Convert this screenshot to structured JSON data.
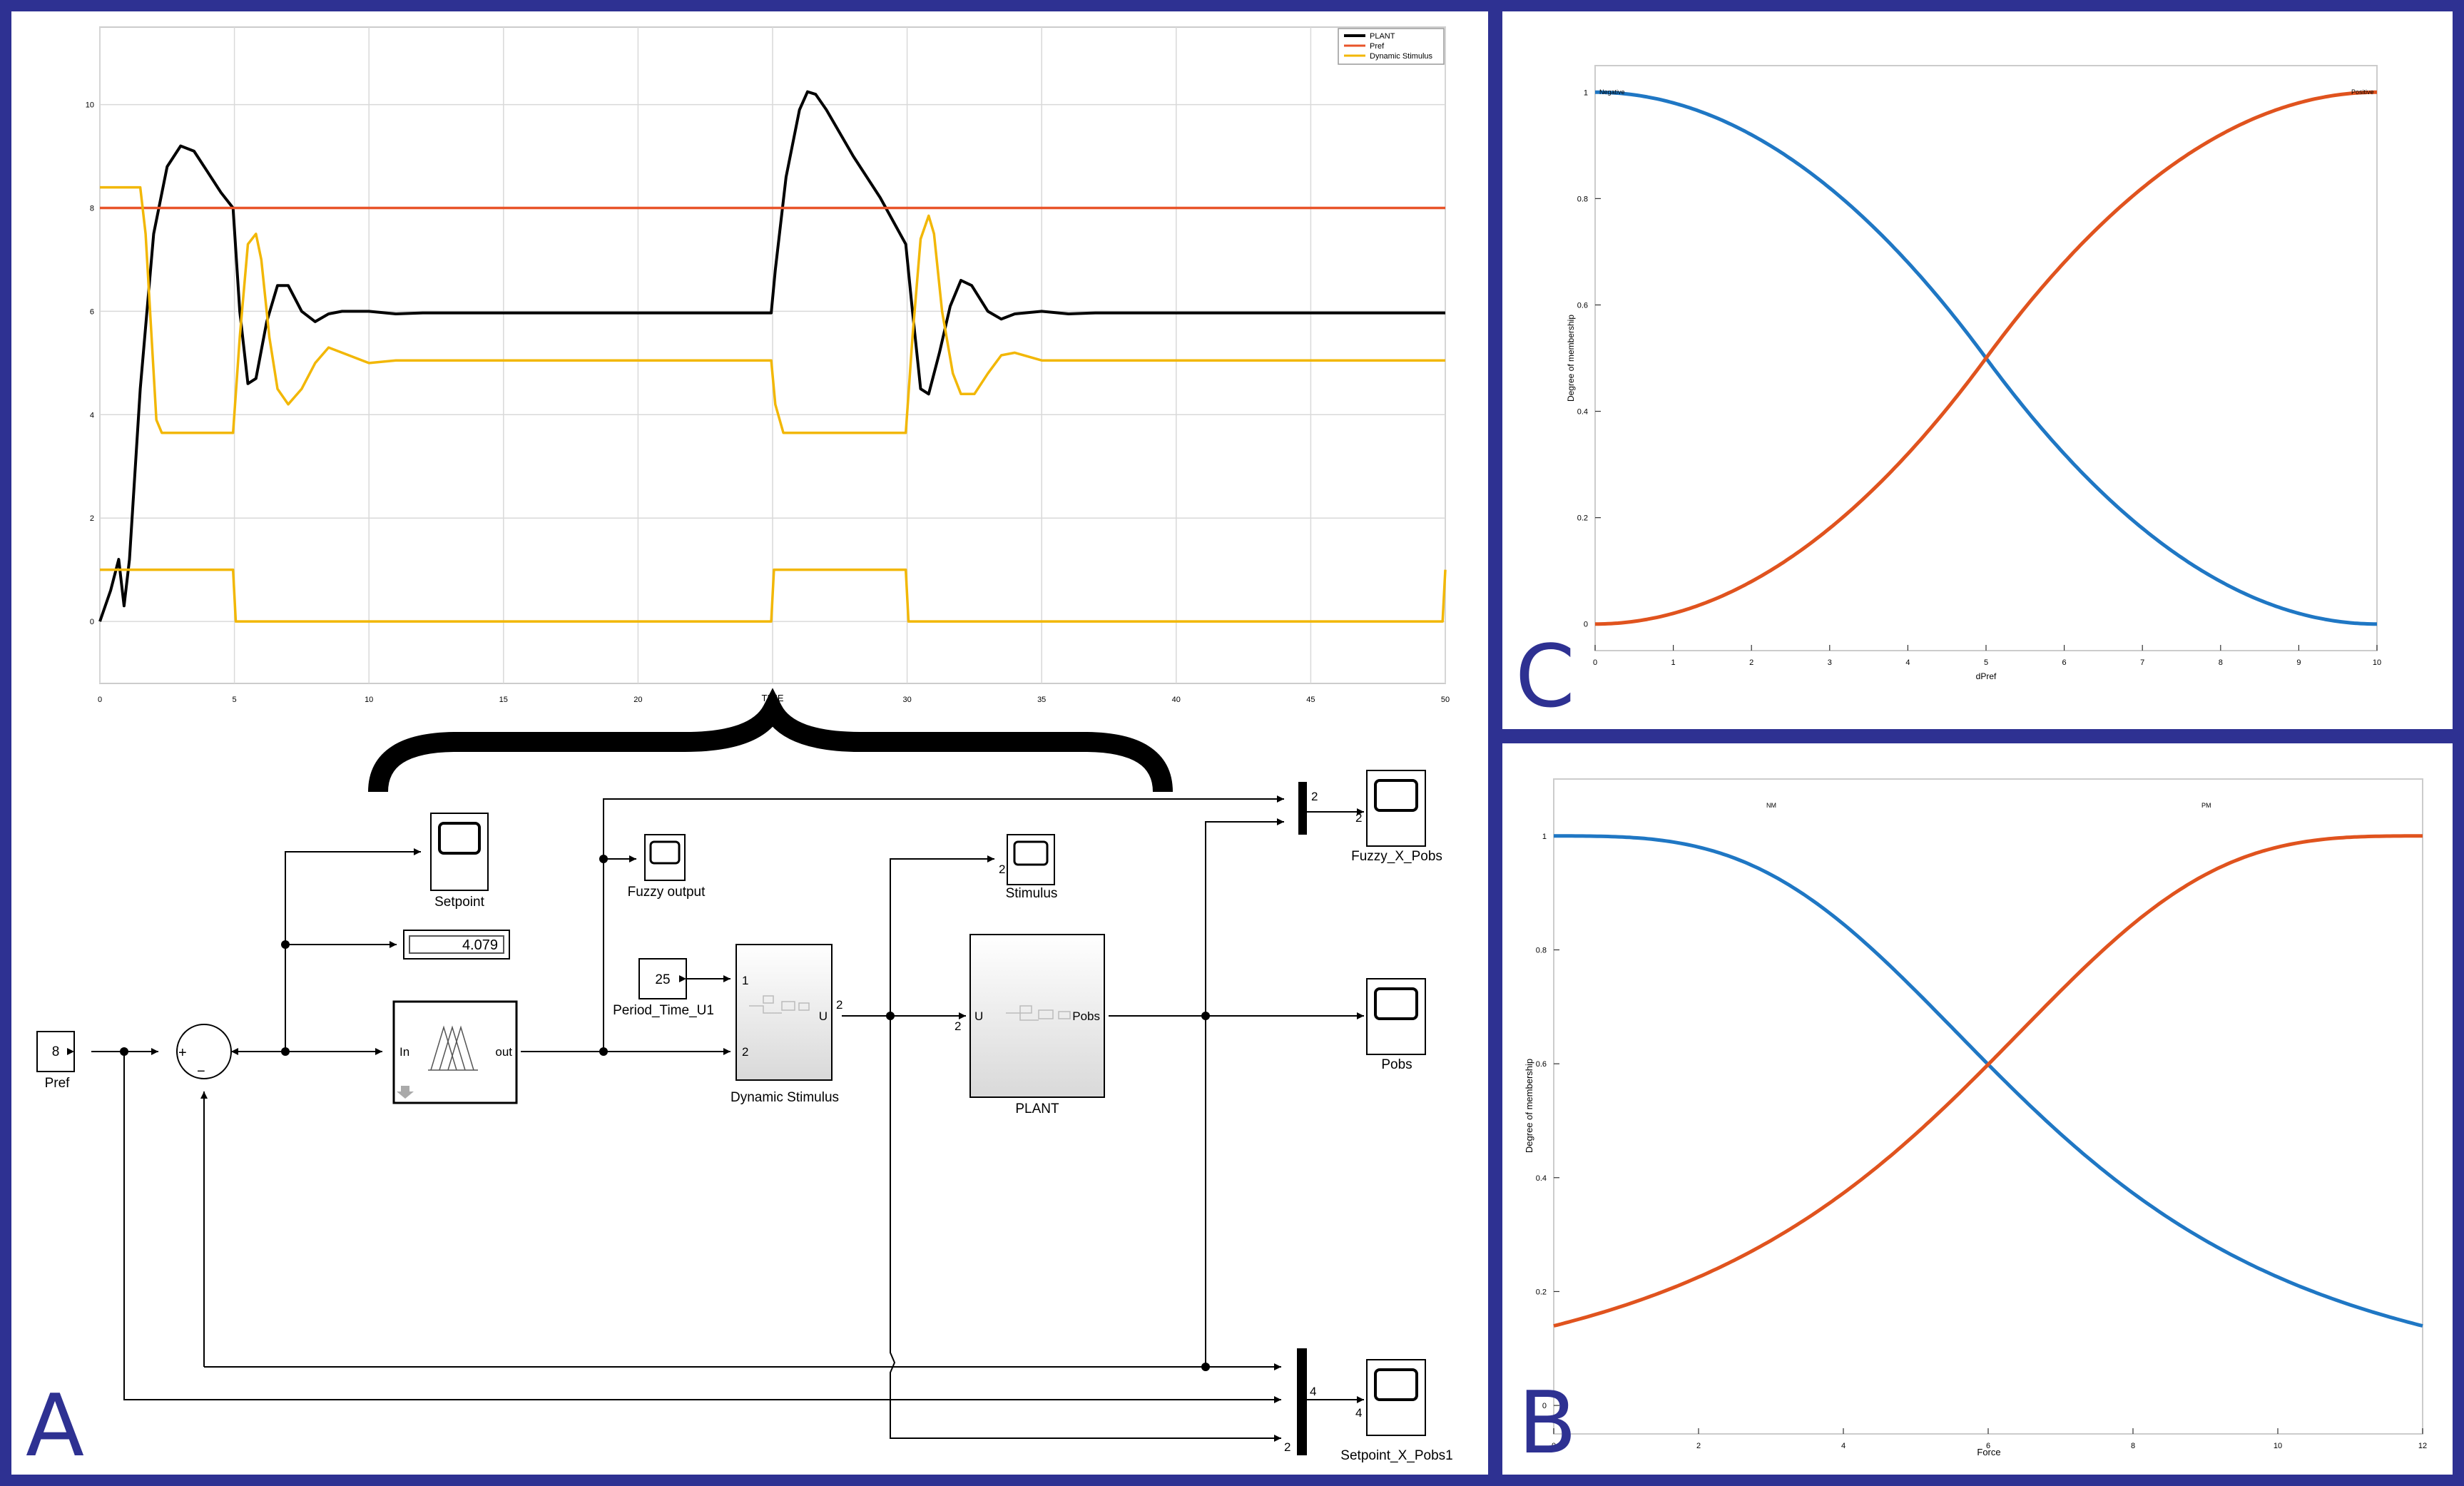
{
  "colors": {
    "frame": "#2e3192",
    "plant": "#000000",
    "pref": "#e8542a",
    "stimulus": "#f2b705",
    "mf_blue": "#1f77c4",
    "mf_orange": "#e0531e"
  },
  "panel_letters": {
    "a": "A",
    "b": "B",
    "c": "C"
  },
  "chart_data": [
    {
      "id": "timeseries",
      "type": "line",
      "xlabel": "TIME",
      "ylabel": "",
      "xlim": [
        0,
        50
      ],
      "ylim": [
        -1.2,
        11.5
      ],
      "xticks": [
        "0",
        "5",
        "10",
        "15",
        "20",
        "25",
        "30",
        "35",
        "40",
        "45",
        "50"
      ],
      "yticks": [
        "0",
        "2",
        "4",
        "6",
        "8",
        "10"
      ],
      "grid": true,
      "legend_position": "top-right",
      "series": [
        {
          "name": "PLANT",
          "color": "#000000",
          "points": [
            [
              0,
              0
            ],
            [
              0.4,
              0.6
            ],
            [
              0.7,
              1.2
            ],
            [
              0.9,
              0.3
            ],
            [
              1.1,
              1.2
            ],
            [
              1.5,
              4.5
            ],
            [
              2,
              7.5
            ],
            [
              2.5,
              8.8
            ],
            [
              3,
              9.2
            ],
            [
              3.5,
              9.1
            ],
            [
              4,
              8.7
            ],
            [
              4.5,
              8.3
            ],
            [
              4.95,
              8.0
            ],
            [
              5.2,
              6.0
            ],
            [
              5.5,
              4.6
            ],
            [
              5.8,
              4.7
            ],
            [
              6.2,
              5.8
            ],
            [
              6.6,
              6.5
            ],
            [
              7.0,
              6.5
            ],
            [
              7.5,
              6.0
            ],
            [
              8.0,
              5.8
            ],
            [
              8.5,
              5.95
            ],
            [
              9,
              6.0
            ],
            [
              10,
              6.0
            ],
            [
              11,
              5.95
            ],
            [
              12,
              5.97
            ],
            [
              24.95,
              5.97
            ],
            [
              25.1,
              6.8
            ],
            [
              25.5,
              8.6
            ],
            [
              26,
              9.9
            ],
            [
              26.3,
              10.25
            ],
            [
              26.6,
              10.2
            ],
            [
              27,
              9.9
            ],
            [
              28,
              9.0
            ],
            [
              29,
              8.2
            ],
            [
              29.95,
              7.3
            ],
            [
              30.2,
              6.0
            ],
            [
              30.5,
              4.5
            ],
            [
              30.8,
              4.4
            ],
            [
              31.2,
              5.2
            ],
            [
              31.6,
              6.1
            ],
            [
              32.0,
              6.6
            ],
            [
              32.4,
              6.5
            ],
            [
              33,
              6.0
            ],
            [
              33.5,
              5.85
            ],
            [
              34,
              5.95
            ],
            [
              35,
              6.0
            ],
            [
              36,
              5.95
            ],
            [
              37,
              5.97
            ],
            [
              50,
              5.97
            ]
          ]
        },
        {
          "name": "Pref",
          "color": "#e8542a",
          "points": [
            [
              0,
              8
            ],
            [
              50,
              8
            ]
          ]
        },
        {
          "name": "Dynamic Stimulus",
          "color": "#f2b705",
          "points": [
            [
              0,
              8.4
            ],
            [
              1.5,
              8.4
            ],
            [
              1.7,
              7.5
            ],
            [
              2.1,
              3.9
            ],
            [
              2.3,
              3.65
            ],
            [
              4.95,
              3.65
            ],
            [
              5.2,
              5.5
            ],
            [
              5.5,
              7.3
            ],
            [
              5.8,
              7.5
            ],
            [
              6.0,
              7.0
            ],
            [
              6.3,
              5.5
            ],
            [
              6.6,
              4.5
            ],
            [
              7.0,
              4.2
            ],
            [
              7.5,
              4.5
            ],
            [
              8,
              5.0
            ],
            [
              8.5,
              5.3
            ],
            [
              9,
              5.2
            ],
            [
              10,
              5.0
            ],
            [
              11,
              5.05
            ],
            [
              12,
              5.05
            ],
            [
              24.95,
              5.05
            ],
            [
              25.1,
              4.2
            ],
            [
              25.4,
              3.65
            ],
            [
              29.95,
              3.65
            ],
            [
              30.2,
              5.5
            ],
            [
              30.5,
              7.4
            ],
            [
              30.8,
              7.85
            ],
            [
              31.0,
              7.5
            ],
            [
              31.3,
              6.0
            ],
            [
              31.7,
              4.8
            ],
            [
              32.0,
              4.4
            ],
            [
              32.5,
              4.4
            ],
            [
              33,
              4.8
            ],
            [
              33.5,
              5.15
            ],
            [
              34,
              5.2
            ],
            [
              35,
              5.05
            ],
            [
              36,
              5.05
            ],
            [
              50,
              5.05
            ]
          ]
        },
        {
          "name": "",
          "color": "#f2b705",
          "points": [
            [
              0,
              1
            ],
            [
              4.95,
              1
            ],
            [
              5.05,
              0
            ],
            [
              24.95,
              0
            ],
            [
              25.05,
              1
            ],
            [
              29.95,
              1
            ],
            [
              30.05,
              0
            ],
            [
              49.9,
              0
            ],
            [
              50,
              1
            ]
          ]
        }
      ]
    },
    {
      "id": "membership_c",
      "type": "line",
      "xlabel": "dPref",
      "ylabel": "Degree of membership",
      "xlim": [
        0,
        10
      ],
      "ylim": [
        -0.05,
        1.05
      ],
      "xticks": [
        "0",
        "1",
        "2",
        "3",
        "4",
        "5",
        "6",
        "7",
        "8",
        "9",
        "10"
      ],
      "yticks": [
        "0",
        "0.2",
        "0.4",
        "0.6",
        "0.8",
        "1"
      ],
      "annotations": [
        "Negative",
        "Positive"
      ],
      "series": [
        {
          "name": "Negative",
          "color": "#1f77c4",
          "shape": "zshape",
          "params": [
            0,
            10
          ]
        },
        {
          "name": "Positive",
          "color": "#e0531e",
          "shape": "sshape",
          "params": [
            0,
            10
          ]
        }
      ]
    },
    {
      "id": "membership_b",
      "type": "line",
      "xlabel": "Force",
      "ylabel": "Degree of membership",
      "xlim": [
        0,
        12
      ],
      "ylim": [
        -0.05,
        1.1
      ],
      "xticks": [
        "0",
        "2",
        "4",
        "6",
        "8",
        "10",
        "12"
      ],
      "yticks": [
        "0",
        "0.2",
        "0.4",
        "0.6",
        "0.8",
        "1"
      ],
      "annotations": [
        "NM",
        "PM"
      ],
      "series": [
        {
          "name": "NM",
          "color": "#1f77c4",
          "shape": "gbell",
          "params": [
            6.8,
            1.6,
            0
          ]
        },
        {
          "name": "PM",
          "color": "#e0531e",
          "shape": "gbell",
          "params": [
            6.8,
            1.6,
            12
          ]
        }
      ]
    }
  ],
  "diagram": {
    "display_value": "4.079",
    "blocks": {
      "pref": {
        "value": "8",
        "label": "Pref"
      },
      "setpoint": {
        "label": "Setpoint"
      },
      "fuzzy_output": {
        "label": "Fuzzy output"
      },
      "period": {
        "value": "25",
        "label": "Period_Time_U1"
      },
      "dynamic_stimulus": {
        "label": "Dynamic Stimulus",
        "port_in1": "1",
        "port_in2": "2",
        "port_out": "U",
        "port_out_num": "2"
      },
      "stimulus": {
        "label": "Stimulus",
        "port": "2"
      },
      "plant": {
        "label": "PLANT",
        "port_in": "U",
        "port_in_num": "2",
        "port_out": "Pobs"
      },
      "fuzzy_x_pobs": {
        "label": "Fuzzy_X_Pobs",
        "port": "2",
        "mux_num": "2"
      },
      "pobs": {
        "label": "Pobs"
      },
      "setpoint_x_pobs1": {
        "label": "Setpoint_X_Pobs1",
        "port": "4",
        "mux_num": "4",
        "mux_bottom": "2"
      },
      "fuzzy_block": {
        "port_in": "In",
        "port_out": "out"
      },
      "sum": {
        "plus": "+",
        "minus": "−"
      }
    }
  }
}
